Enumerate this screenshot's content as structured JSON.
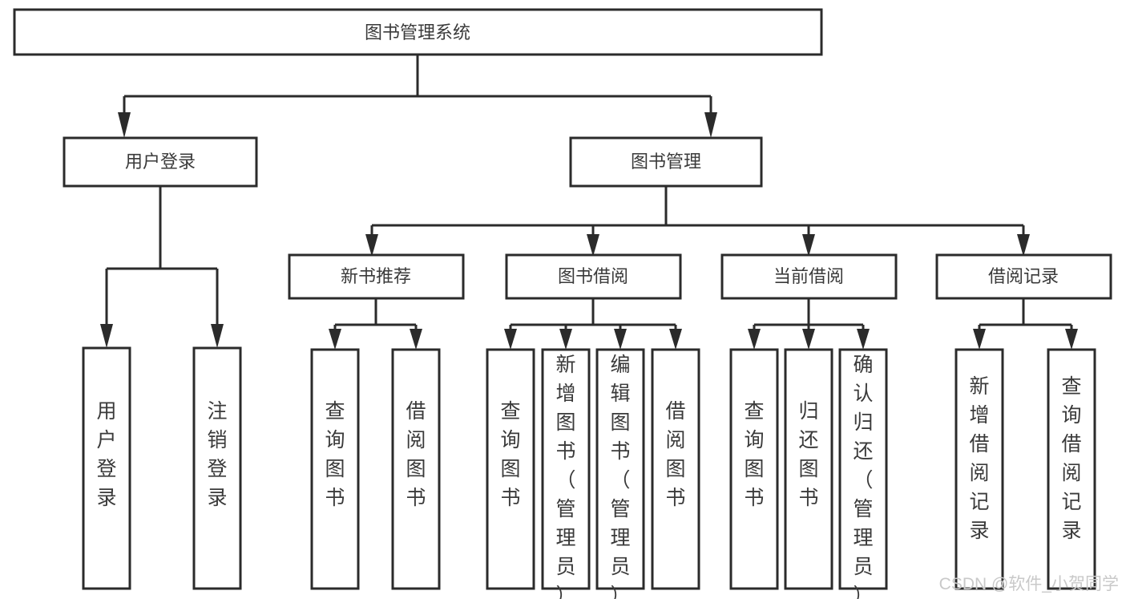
{
  "diagram": {
    "title": "图书管理系统",
    "type": "tree-hierarchy-diagram",
    "background_color": "#ffffff",
    "box_stroke_color": "#2b2b2b",
    "box_fill_color": "#ffffff",
    "text_color": "#3a3a3a",
    "connector_color": "#2b2b2b"
  },
  "root": {
    "label": "图书管理系统"
  },
  "level1": [
    {
      "label": "用户登录"
    },
    {
      "label": "图书管理"
    }
  ],
  "level2": [
    {
      "label": "新书推荐"
    },
    {
      "label": "图书借阅"
    },
    {
      "label": "当前借阅"
    },
    {
      "label": "借阅记录"
    }
  ],
  "leaves": {
    "user_login": [
      {
        "label": "用户登录"
      },
      {
        "label": "注销登录"
      }
    ],
    "new_book_recommend": [
      {
        "label": "查询图书"
      },
      {
        "label": "借阅图书"
      }
    ],
    "book_borrow": [
      {
        "label": "查询图书"
      },
      {
        "label": "新增图书（管理员）"
      },
      {
        "label": "编辑图书（管理员）"
      },
      {
        "label": "借阅图书"
      }
    ],
    "current_borrow": [
      {
        "label": "查询图书"
      },
      {
        "label": "归还图书"
      },
      {
        "label": "确认归还（管理员）"
      }
    ],
    "borrow_record": [
      {
        "label": "新增借阅记录"
      },
      {
        "label": "查询借阅记录"
      }
    ]
  },
  "watermark": {
    "text": "CSDN @软件_小贺同学",
    "color": "#c9c9c9"
  }
}
